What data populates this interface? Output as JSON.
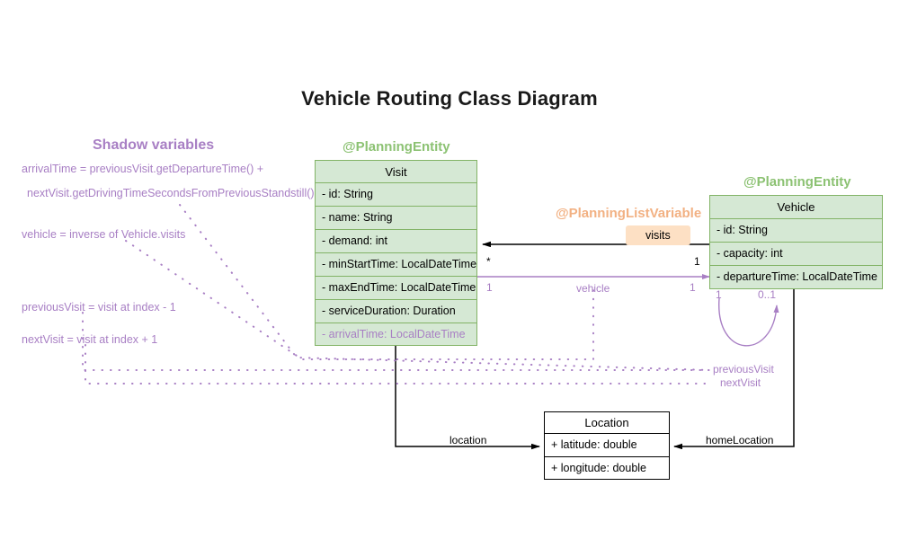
{
  "title": "Vehicle Routing Class Diagram",
  "sections": {
    "shadow_variables_title": "Shadow variables"
  },
  "stereotypes": {
    "visit_entity": "@PlanningEntity",
    "vehicle_entity": "@PlanningEntity",
    "list_variable": "@PlanningListVariable"
  },
  "classes": {
    "visit": {
      "name": "Visit",
      "attributes": [
        "- id: String",
        "- name: String",
        "- demand: int",
        "- minStartTime: LocalDateTime",
        "- maxEndTime: LocalDateTime",
        "- serviceDuration: Duration",
        "- arrivalTime: LocalDateTime"
      ]
    },
    "vehicle": {
      "name": "Vehicle",
      "attributes": [
        "- id: String",
        "- capacity: int",
        "- departureTime: LocalDateTime"
      ]
    },
    "location": {
      "name": "Location",
      "attributes": [
        "+ latitude: double",
        "+ longitude: double"
      ]
    }
  },
  "relations": {
    "visits_label": "visits",
    "visits_mult_source": "1",
    "visits_mult_target": "*",
    "vehicle_label": "vehicle",
    "vehicle_mult_source": "1",
    "vehicle_mult_target": "1",
    "self_mult_left": "1",
    "self_mult_right": "0..1",
    "previous_visit_label": "previousVisit",
    "next_visit_label": "nextVisit",
    "location_label": "location",
    "home_location_label": "homeLocation"
  },
  "shadow_notes": [
    "arrivalTime = previousVisit.getDepartureTime() +",
    "nextVisit.getDrivingTimeSecondsFromPreviousStandstill()",
    "vehicle = inverse of Vehicle.visits",
    "previousVisit = visit at index - 1",
    "nextVisit = visit at index + 1"
  ],
  "colors": {
    "entity_fill": "#d5e8d4",
    "entity_stroke": "#82b366",
    "shadow_purple": "#a87fc4",
    "list_variable_orange": "#f2b183",
    "badge_fill": "#fde0c4",
    "plain_stroke": "#000000"
  }
}
